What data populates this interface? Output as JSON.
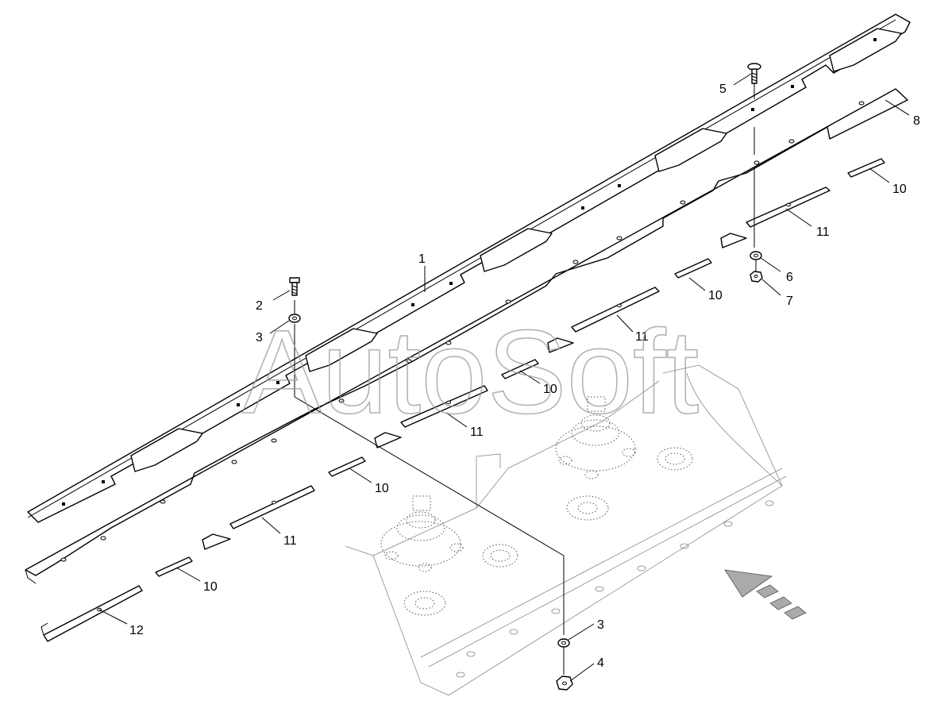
{
  "watermark": "AutoSoft",
  "callouts": [
    {
      "id": "c1",
      "label": "1"
    },
    {
      "id": "c2",
      "label": "2"
    },
    {
      "id": "c3a",
      "label": "3"
    },
    {
      "id": "c3b",
      "label": "3"
    },
    {
      "id": "c4",
      "label": "4"
    },
    {
      "id": "c5",
      "label": "5"
    },
    {
      "id": "c6",
      "label": "6"
    },
    {
      "id": "c7",
      "label": "7"
    },
    {
      "id": "c8",
      "label": "8"
    },
    {
      "id": "c10a",
      "label": "10"
    },
    {
      "id": "c10b",
      "label": "10"
    },
    {
      "id": "c10c",
      "label": "10"
    },
    {
      "id": "c10d",
      "label": "10"
    },
    {
      "id": "c10e",
      "label": "10"
    },
    {
      "id": "c11a",
      "label": "11"
    },
    {
      "id": "c11b",
      "label": "11"
    },
    {
      "id": "c11c",
      "label": "11"
    },
    {
      "id": "c11d",
      "label": "11"
    },
    {
      "id": "c12",
      "label": "12"
    }
  ],
  "direction_arrow": {
    "icon": "travel-direction-arrow-icon"
  }
}
